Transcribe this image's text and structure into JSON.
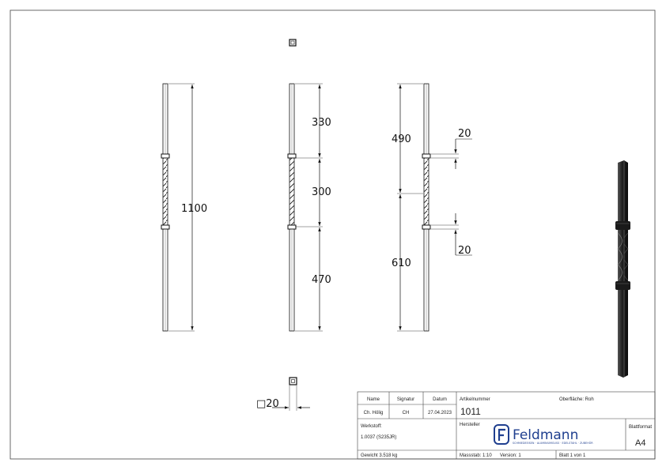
{
  "drawing": {
    "dims": {
      "total": "1100",
      "seg_top": "330",
      "seg_mid": "300",
      "seg_bottom": "470",
      "upper": "490",
      "lower": "610",
      "collar_top": "20",
      "collar_bottom": "20",
      "square": "□20"
    }
  },
  "title_block": {
    "h_name": "Name",
    "h_signatur": "Signatur",
    "h_datum": "Datum",
    "v_name": "Ch. Hölig",
    "v_signatur": "CH",
    "v_datum": "27.04.2023",
    "artikel_label": "Artikelnummer",
    "artikel_value": "1011",
    "oberflaeche": "Oberfläche:  Roh",
    "werkstoff_label": "Werkstoff:",
    "werkstoff_value": "1.0037 (S235JR)",
    "hersteller_label": "Hersteller",
    "logo_name": "Feldmann",
    "logo_sub": "SCHMIEDEEISEN · ALUMINIUMGUSS · EDELSTAHL · ZUBEHÖR",
    "blattformat_label": "Blattformat",
    "blattformat_value": "A4",
    "gewicht": "Gewicht 3.518 kg",
    "massstab": "Massstab: 1:10",
    "version": "Version: 1",
    "blatt": "Blatt 1 von 1"
  },
  "colors": {
    "line": "#111111",
    "frame": "#444444",
    "logo": "#1f3f8f"
  }
}
